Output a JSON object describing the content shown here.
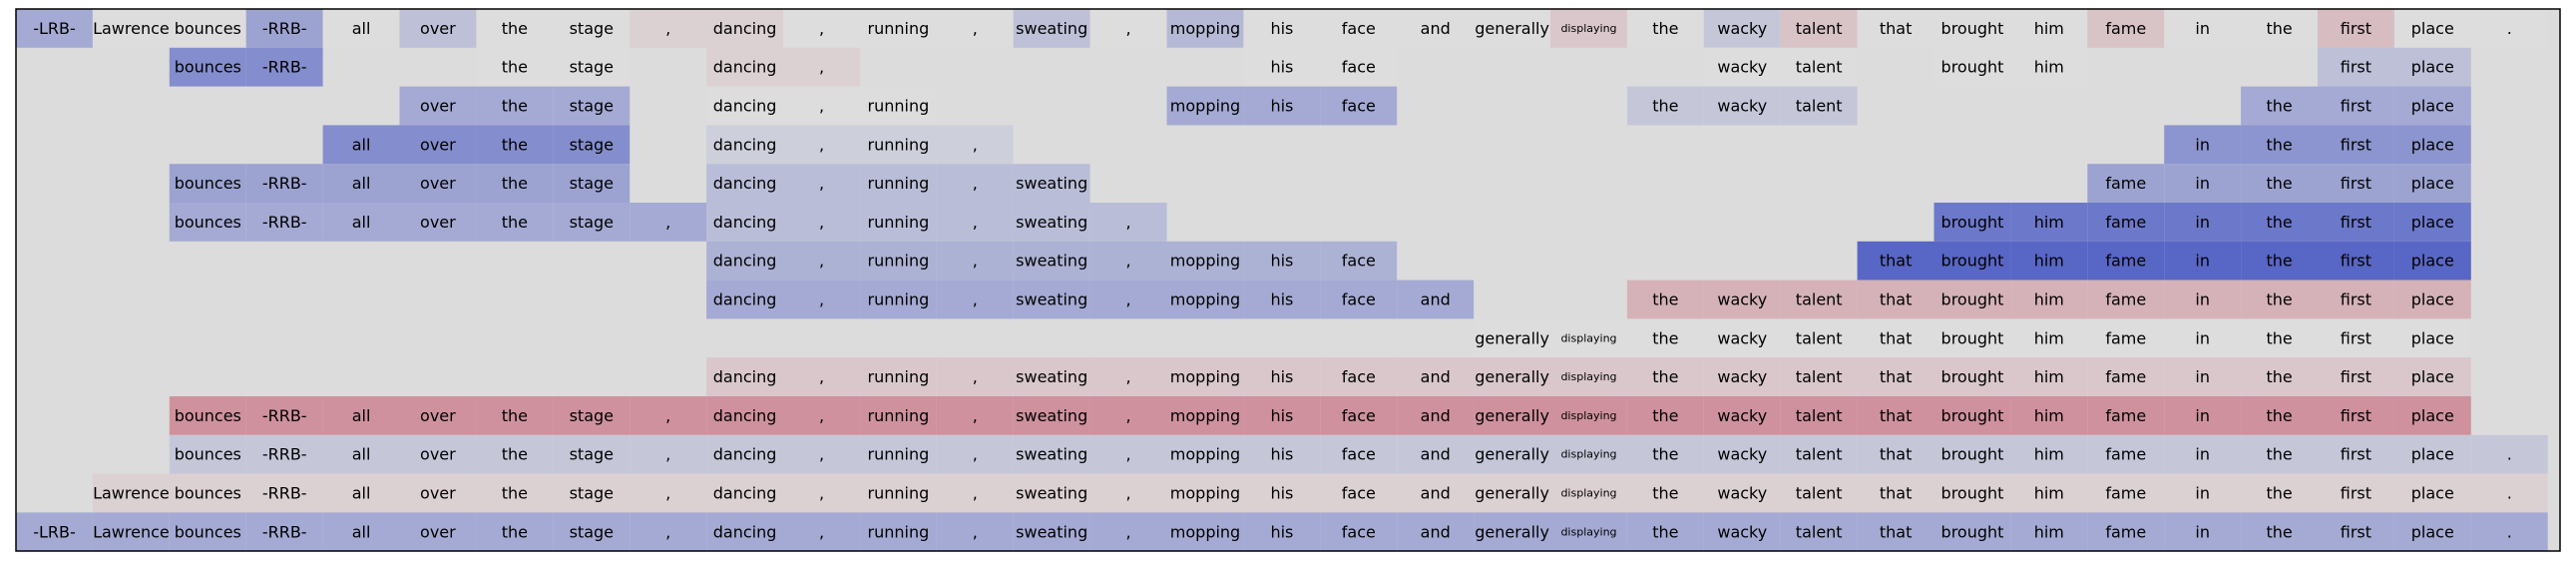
{
  "chart_data": {
    "type": "heatmap",
    "title": "",
    "xlabel": "",
    "ylabel": "",
    "tokens": [
      "-LRB-",
      "Lawrence",
      "bounces",
      "-RRB-",
      "all",
      "over",
      "the",
      "stage",
      ",",
      "dancing",
      ",",
      "running",
      ",",
      "sweating",
      ",",
      "mopping",
      "his",
      "face",
      "and",
      "generally",
      "displaying",
      "the",
      "wacky",
      "talent",
      "that",
      "brought",
      "him",
      "fame",
      "in",
      "the",
      "first",
      "place",
      "."
    ],
    "background_color": "#dcdcdc",
    "colormap": {
      "name": "coolwarm",
      "low": "#3b4cc0",
      "mid": "#dddddd",
      "high": "#b40426",
      "range": [
        -1,
        1
      ]
    },
    "rows": [
      {
        "spans": [
          [
            0,
            0.35
          ],
          [
            1,
            0.0
          ],
          [
            2,
            0.0
          ],
          [
            3,
            0.4
          ],
          [
            4,
            0.0
          ],
          [
            5,
            0.2
          ],
          [
            6,
            0.0
          ],
          [
            7,
            0.0
          ],
          [
            8,
            -0.06
          ],
          [
            9,
            -0.06
          ],
          [
            10,
            0.0
          ],
          [
            11,
            0.0
          ],
          [
            12,
            0.0
          ],
          [
            13,
            0.2
          ],
          [
            14,
            0.0
          ],
          [
            15,
            0.25
          ],
          [
            16,
            0.0
          ],
          [
            17,
            0.0
          ],
          [
            18,
            0.0
          ],
          [
            19,
            0.0
          ],
          [
            20,
            -0.1
          ],
          [
            21,
            0.0
          ],
          [
            22,
            0.15
          ],
          [
            23,
            -0.12
          ],
          [
            24,
            0.0
          ],
          [
            25,
            0.0
          ],
          [
            26,
            0.0
          ],
          [
            27,
            -0.12
          ],
          [
            28,
            0.0
          ],
          [
            29,
            0.0
          ],
          [
            30,
            -0.15
          ],
          [
            31,
            0.0
          ],
          [
            32,
            0.0
          ]
        ]
      },
      {
        "spans": [
          [
            2,
            0.55
          ],
          [
            3,
            0.55
          ],
          [
            6,
            0.0
          ],
          [
            7,
            0.0
          ],
          [
            9,
            -0.06
          ],
          [
            10,
            -0.06
          ],
          [
            16,
            0.0
          ],
          [
            17,
            0.0
          ],
          [
            22,
            0.0
          ],
          [
            23,
            0.0
          ],
          [
            25,
            0.0
          ],
          [
            26,
            0.0
          ],
          [
            30,
            0.2
          ],
          [
            31,
            0.2
          ]
        ]
      },
      {
        "spans": [
          [
            5,
            0.35
          ],
          [
            6,
            0.35
          ],
          [
            7,
            0.35
          ],
          [
            9,
            0.0
          ],
          [
            10,
            0.0
          ],
          [
            11,
            0.0
          ],
          [
            15,
            0.35
          ],
          [
            16,
            0.35
          ],
          [
            17,
            0.35
          ],
          [
            21,
            0.15
          ],
          [
            22,
            0.15
          ],
          [
            23,
            0.15
          ],
          [
            29,
            0.35
          ],
          [
            30,
            0.35
          ],
          [
            31,
            0.35
          ]
        ]
      },
      {
        "spans": [
          [
            4,
            0.55
          ],
          [
            5,
            0.55
          ],
          [
            6,
            0.55
          ],
          [
            7,
            0.55
          ],
          [
            9,
            0.1
          ],
          [
            10,
            0.1
          ],
          [
            11,
            0.1
          ],
          [
            12,
            0.1
          ],
          [
            28,
            0.5
          ],
          [
            29,
            0.5
          ],
          [
            30,
            0.5
          ],
          [
            31,
            0.5
          ]
        ]
      },
      {
        "spans": [
          [
            2,
            0.4
          ],
          [
            3,
            0.4
          ],
          [
            4,
            0.4
          ],
          [
            5,
            0.4
          ],
          [
            6,
            0.4
          ],
          [
            7,
            0.4
          ],
          [
            9,
            0.22
          ],
          [
            10,
            0.22
          ],
          [
            11,
            0.22
          ],
          [
            12,
            0.22
          ],
          [
            13,
            0.22
          ],
          [
            27,
            0.4
          ],
          [
            28,
            0.4
          ],
          [
            29,
            0.4
          ],
          [
            30,
            0.4
          ],
          [
            31,
            0.4
          ]
        ]
      },
      {
        "spans": [
          [
            2,
            0.35
          ],
          [
            3,
            0.35
          ],
          [
            4,
            0.35
          ],
          [
            5,
            0.35
          ],
          [
            6,
            0.35
          ],
          [
            7,
            0.35
          ],
          [
            8,
            0.35
          ],
          [
            9,
            0.22
          ],
          [
            10,
            0.22
          ],
          [
            11,
            0.22
          ],
          [
            12,
            0.22
          ],
          [
            13,
            0.22
          ],
          [
            14,
            0.22
          ],
          [
            25,
            0.7
          ],
          [
            26,
            0.7
          ],
          [
            27,
            0.7
          ],
          [
            28,
            0.7
          ],
          [
            29,
            0.7
          ],
          [
            30,
            0.7
          ],
          [
            31,
            0.7
          ]
        ]
      },
      {
        "spans": [
          [
            9,
            0.3
          ],
          [
            10,
            0.3
          ],
          [
            11,
            0.3
          ],
          [
            12,
            0.3
          ],
          [
            13,
            0.3
          ],
          [
            14,
            0.3
          ],
          [
            15,
            0.3
          ],
          [
            16,
            0.3
          ],
          [
            17,
            0.3
          ],
          [
            24,
            0.82
          ],
          [
            25,
            0.82
          ],
          [
            26,
            0.82
          ],
          [
            27,
            0.82
          ],
          [
            28,
            0.82
          ],
          [
            29,
            0.82
          ],
          [
            30,
            0.82
          ],
          [
            31,
            0.82
          ]
        ]
      },
      {
        "spans": [
          [
            9,
            0.35
          ],
          [
            10,
            0.35
          ],
          [
            11,
            0.35
          ],
          [
            12,
            0.35
          ],
          [
            13,
            0.35
          ],
          [
            14,
            0.35
          ],
          [
            15,
            0.35
          ],
          [
            16,
            0.35
          ],
          [
            17,
            0.35
          ],
          [
            18,
            0.35
          ],
          [
            21,
            -0.2
          ],
          [
            22,
            -0.2
          ],
          [
            23,
            -0.2
          ],
          [
            24,
            -0.2
          ],
          [
            25,
            -0.2
          ],
          [
            26,
            -0.2
          ],
          [
            27,
            -0.2
          ],
          [
            28,
            -0.2
          ],
          [
            29,
            -0.2
          ],
          [
            30,
            -0.2
          ],
          [
            31,
            -0.2
          ]
        ]
      },
      {
        "spans": [
          [
            19,
            0.0
          ],
          [
            20,
            0.0
          ],
          [
            21,
            0.0
          ],
          [
            22,
            0.0
          ],
          [
            23,
            0.0
          ],
          [
            24,
            0.0
          ],
          [
            25,
            0.0
          ],
          [
            26,
            0.0
          ],
          [
            27,
            0.0
          ],
          [
            28,
            0.0
          ],
          [
            29,
            0.0
          ],
          [
            30,
            0.0
          ],
          [
            31,
            0.0
          ]
        ]
      },
      {
        "spans": [
          [
            9,
            -0.1
          ],
          [
            10,
            -0.1
          ],
          [
            11,
            -0.1
          ],
          [
            12,
            -0.1
          ],
          [
            13,
            -0.1
          ],
          [
            14,
            -0.1
          ],
          [
            15,
            -0.1
          ],
          [
            16,
            -0.1
          ],
          [
            17,
            -0.1
          ],
          [
            18,
            -0.1
          ],
          [
            19,
            -0.1
          ],
          [
            20,
            -0.1
          ],
          [
            21,
            -0.1
          ],
          [
            22,
            -0.1
          ],
          [
            23,
            -0.1
          ],
          [
            24,
            -0.1
          ],
          [
            25,
            -0.1
          ],
          [
            26,
            -0.1
          ],
          [
            27,
            -0.1
          ],
          [
            28,
            -0.1
          ],
          [
            29,
            -0.1
          ],
          [
            30,
            -0.1
          ],
          [
            31,
            -0.1
          ]
        ]
      },
      {
        "spans": [
          [
            2,
            -0.35
          ],
          [
            3,
            -0.35
          ],
          [
            4,
            -0.35
          ],
          [
            5,
            -0.35
          ],
          [
            6,
            -0.35
          ],
          [
            7,
            -0.35
          ],
          [
            8,
            -0.35
          ],
          [
            9,
            -0.35
          ],
          [
            10,
            -0.35
          ],
          [
            11,
            -0.35
          ],
          [
            12,
            -0.35
          ],
          [
            13,
            -0.35
          ],
          [
            14,
            -0.35
          ],
          [
            15,
            -0.35
          ],
          [
            16,
            -0.35
          ],
          [
            17,
            -0.35
          ],
          [
            18,
            -0.35
          ],
          [
            19,
            -0.35
          ],
          [
            20,
            -0.35
          ],
          [
            21,
            -0.35
          ],
          [
            22,
            -0.35
          ],
          [
            23,
            -0.35
          ],
          [
            24,
            -0.35
          ],
          [
            25,
            -0.35
          ],
          [
            26,
            -0.35
          ],
          [
            27,
            -0.35
          ],
          [
            28,
            -0.35
          ],
          [
            29,
            -0.35
          ],
          [
            30,
            -0.35
          ],
          [
            31,
            -0.35
          ]
        ]
      },
      {
        "spans": [
          [
            2,
            0.15
          ],
          [
            3,
            0.15
          ],
          [
            4,
            0.15
          ],
          [
            5,
            0.15
          ],
          [
            6,
            0.15
          ],
          [
            7,
            0.15
          ],
          [
            8,
            0.15
          ],
          [
            9,
            0.15
          ],
          [
            10,
            0.15
          ],
          [
            11,
            0.15
          ],
          [
            12,
            0.15
          ],
          [
            13,
            0.15
          ],
          [
            14,
            0.15
          ],
          [
            15,
            0.15
          ],
          [
            16,
            0.15
          ],
          [
            17,
            0.15
          ],
          [
            18,
            0.15
          ],
          [
            19,
            0.15
          ],
          [
            20,
            0.15
          ],
          [
            21,
            0.15
          ],
          [
            22,
            0.15
          ],
          [
            23,
            0.15
          ],
          [
            24,
            0.15
          ],
          [
            25,
            0.15
          ],
          [
            26,
            0.15
          ],
          [
            27,
            0.15
          ],
          [
            28,
            0.15
          ],
          [
            29,
            0.15
          ],
          [
            30,
            0.15
          ],
          [
            31,
            0.15
          ],
          [
            32,
            0.15
          ]
        ]
      },
      {
        "spans": [
          [
            1,
            -0.06
          ],
          [
            2,
            -0.06
          ],
          [
            3,
            -0.06
          ],
          [
            4,
            -0.06
          ],
          [
            5,
            -0.06
          ],
          [
            6,
            -0.06
          ],
          [
            7,
            -0.06
          ],
          [
            8,
            -0.06
          ],
          [
            9,
            -0.06
          ],
          [
            10,
            -0.06
          ],
          [
            11,
            -0.06
          ],
          [
            12,
            -0.06
          ],
          [
            13,
            -0.06
          ],
          [
            14,
            -0.06
          ],
          [
            15,
            -0.06
          ],
          [
            16,
            -0.06
          ],
          [
            17,
            -0.06
          ],
          [
            18,
            -0.06
          ],
          [
            19,
            -0.06
          ],
          [
            20,
            -0.06
          ],
          [
            21,
            -0.06
          ],
          [
            22,
            -0.06
          ],
          [
            23,
            -0.06
          ],
          [
            24,
            -0.06
          ],
          [
            25,
            -0.06
          ],
          [
            26,
            -0.06
          ],
          [
            27,
            -0.06
          ],
          [
            28,
            -0.06
          ],
          [
            29,
            -0.06
          ],
          [
            30,
            -0.06
          ],
          [
            31,
            -0.06
          ],
          [
            32,
            -0.06
          ]
        ]
      },
      {
        "spans": [
          [
            0,
            0.35
          ],
          [
            1,
            0.35
          ],
          [
            2,
            0.35
          ],
          [
            3,
            0.35
          ],
          [
            4,
            0.35
          ],
          [
            5,
            0.35
          ],
          [
            6,
            0.35
          ],
          [
            7,
            0.35
          ],
          [
            8,
            0.35
          ],
          [
            9,
            0.35
          ],
          [
            10,
            0.35
          ],
          [
            11,
            0.35
          ],
          [
            12,
            0.35
          ],
          [
            13,
            0.35
          ],
          [
            14,
            0.35
          ],
          [
            15,
            0.35
          ],
          [
            16,
            0.35
          ],
          [
            17,
            0.35
          ],
          [
            18,
            0.35
          ],
          [
            19,
            0.35
          ],
          [
            20,
            0.35
          ],
          [
            21,
            0.35
          ],
          [
            22,
            0.35
          ],
          [
            23,
            0.35
          ],
          [
            24,
            0.35
          ],
          [
            25,
            0.35
          ],
          [
            26,
            0.35
          ],
          [
            27,
            0.35
          ],
          [
            28,
            0.35
          ],
          [
            29,
            0.35
          ],
          [
            30,
            0.35
          ],
          [
            31,
            0.35
          ],
          [
            32,
            0.35
          ]
        ]
      }
    ]
  }
}
